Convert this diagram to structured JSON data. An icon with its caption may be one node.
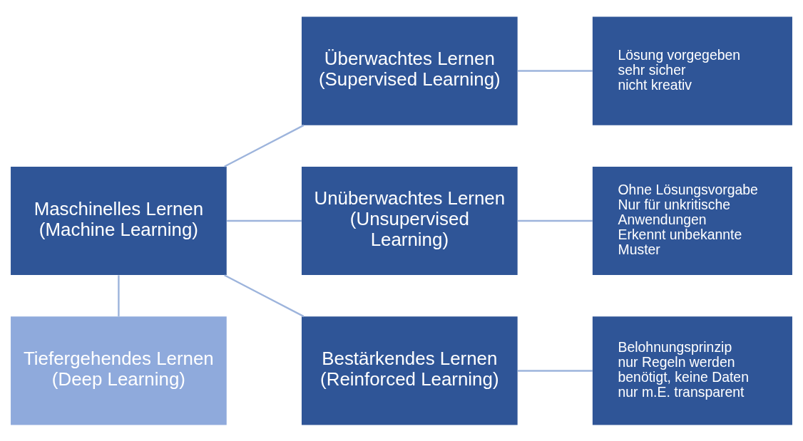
{
  "diagram": {
    "nodes": [
      {
        "text": [
          "Maschinelles Lernen (Machine Learning)"
        ]
      },
      {
        "text": [
          "Tiefergehendes Lernen (Deep Learning)"
        ]
      },
      {
        "text": [
          "Überwachtes Lernen (Supervised Learning)"
        ]
      },
      {
        "text": [
          "Lösung vorgegeben",
          "sehr sicher",
          "nicht kreativ"
        ]
      },
      {
        "text": [
          "Unüberwachtes Lernen (Unsupervised Learning)"
        ]
      },
      {
        "text": [
          "Ohne Lösungsvorgabe",
          "Nur für unkritische Anwendungen",
          "Erkennt unbekannte Muster"
        ]
      },
      {
        "text": [
          "Bestärkendes Lernen (Reinforced Learning)"
        ]
      },
      {
        "text": [
          "Belohnungsprinzip",
          "nur Regeln werden benötigt, keine Daten",
          "nur m.E. transparent"
        ]
      }
    ],
    "edges": [
      {
        "from": 0,
        "to": 1,
        "arrow": "none"
      },
      {
        "from": 0,
        "to": 2,
        "arrow": "none"
      },
      {
        "from": 0,
        "to": 4,
        "arrow": "none"
      },
      {
        "from": 0,
        "to": 6,
        "arrow": "none"
      },
      {
        "from": 2,
        "to": 3,
        "arrow": "none"
      },
      {
        "from": 4,
        "to": 5,
        "arrow": "none"
      },
      {
        "from": 6,
        "to": 7,
        "arrow": "none"
      }
    ]
  }
}
